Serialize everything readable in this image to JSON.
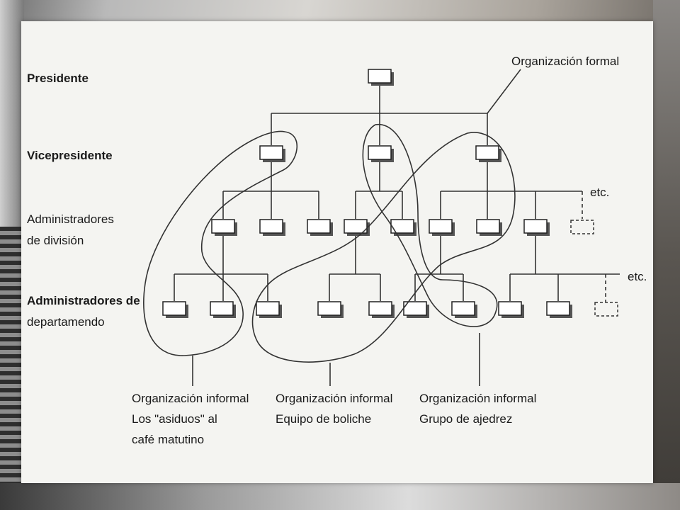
{
  "levels": {
    "presidente": "Presidente",
    "vicepresidente": "Vicepresidente",
    "division_line1": "Administradores",
    "division_line2": "de división",
    "depto_line1": "Administradores de",
    "depto_line2": "departamendo"
  },
  "formal_label": "Organización formal",
  "etc1": "etc.",
  "etc2": "etc.",
  "informal_groups": [
    {
      "line1": "Organización informal",
      "line2": "Los \"asiduos\" al",
      "line3": "café matutino"
    },
    {
      "line1": "Organización informal",
      "line2": "Equipo de boliche",
      "line3": ""
    },
    {
      "line1": "Organización informal",
      "line2": "Grupo de ajedrez",
      "line3": ""
    }
  ]
}
